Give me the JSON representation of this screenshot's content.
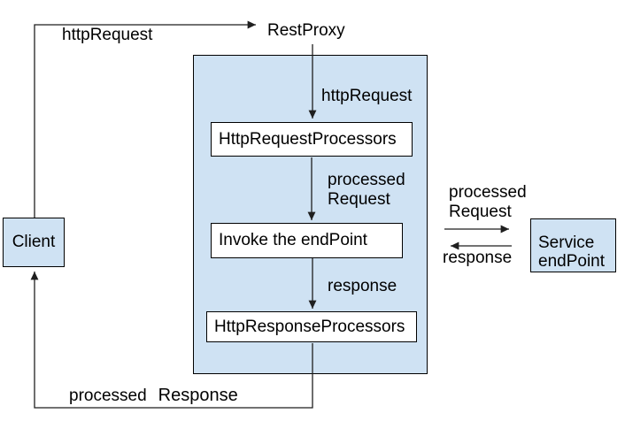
{
  "colors": {
    "node_fill": "#cfe2f3",
    "inner_node_fill": "#ffffff",
    "border": "#000000",
    "line": "#1f1f1f",
    "background": "#ffffff"
  },
  "nodes": {
    "client": {
      "label": "Client"
    },
    "rest_proxy": {
      "label": "RestProxy"
    },
    "http_request_processors": {
      "label": "HttpRequestProcessors"
    },
    "invoke_endpoint": {
      "label": "Invoke the endPoint"
    },
    "http_response_processors": {
      "label": "HttpResponseProcessors"
    },
    "service_endpoint": {
      "line1": "Service",
      "line2": "endPoint"
    }
  },
  "edges": {
    "client_to_restproxy": {
      "label": "httpRequest"
    },
    "restproxy_to_request_processors": {
      "label": "httpRequest"
    },
    "request_processors_to_invoke": {
      "line1": "processed",
      "line2": "Request"
    },
    "invoke_to_response_processors": {
      "label": "response"
    },
    "restproxy_to_service": {
      "line1": "processed",
      "line2": "Request"
    },
    "service_to_restproxy": {
      "label": "response"
    },
    "response_processors_to_client": {
      "word1": "processed",
      "word2": "Response"
    }
  }
}
